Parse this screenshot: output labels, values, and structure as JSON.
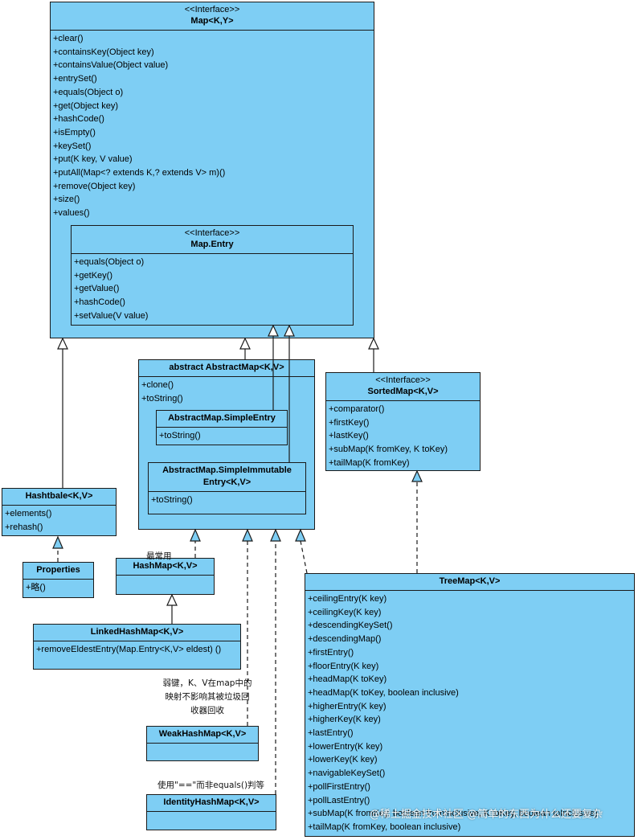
{
  "map": {
    "stereotype": "<<Interface>>",
    "title": "Map<K,Y>",
    "methods": [
      "+clear()",
      "+containsKey(Object key)",
      "+containsValue(Object value)",
      "+entrySet()",
      "+equals(Object o)",
      "+get(Object key)",
      "+hashCode()",
      "+isEmpty()",
      "+keySet()",
      "+put(K key, V value)",
      "+putAll(Map<? extends K,? extends V> m)()",
      "+remove(Object key)",
      "+size()",
      "+values()"
    ]
  },
  "map_entry": {
    "stereotype": "<<Interface>>",
    "title": "Map.Entry",
    "methods": [
      "+equals(Object o)",
      "+getKey()",
      "+getValue()",
      "+hashCode()",
      "+setValue(V value)"
    ]
  },
  "abstract_map": {
    "title": "abstract AbstractMap<K,V>",
    "methods": [
      "+clone()",
      "+toString()"
    ]
  },
  "simple_entry": {
    "title": "AbstractMap.SimpleEntry",
    "methods": [
      "+toString()"
    ]
  },
  "simple_immutable_entry": {
    "title_line1": "AbstractMap.SimpleImmutable",
    "title_line2": "Entry<K,V>",
    "methods": [
      "+toString()"
    ]
  },
  "sorted_map": {
    "stereotype": "<<Interface>>",
    "title": "SortedMap<K,V>",
    "methods": [
      "+comparator()",
      "+firstKey()",
      "+lastKey()",
      "+subMap(K fromKey, K toKey)",
      "+tailMap(K fromKey)"
    ]
  },
  "hashtable": {
    "title": "Hashtbale<K,V>",
    "methods": [
      "+elements()",
      "+rehash()"
    ]
  },
  "properties": {
    "title": "Properties",
    "methods": [
      "+略()"
    ]
  },
  "hashmap": {
    "title": "HashMap<K,V>",
    "note": "最常用"
  },
  "linked_hashmap": {
    "title": "LinkedHashMap<K,V>",
    "methods": [
      "+removeEldestEntry(Map.Entry<K,V> eldest) ()"
    ]
  },
  "weak_hashmap": {
    "title": "WeakHashMap<K,V>",
    "note_lines": [
      "弱键，K、V在map中的",
      "映射不影响其被垃圾回",
      "收器回收"
    ]
  },
  "identity_hashmap": {
    "title": "IdentityHashMap<K,V>",
    "note": "使用\"==\"而非equals()判等"
  },
  "treemap": {
    "title": "TreeMap<K,V>",
    "methods": [
      "+ceilingEntry(K key)",
      "+ceilingKey(K key)",
      "+descendingKeySet()",
      "+descendingMap()",
      "+firstEntry()",
      "+floorEntry(K key)",
      "+headMap(K toKey)",
      "+headMap(K toKey, boolean inclusive)",
      "+higherEntry(K key)",
      "+higherKey(K key)",
      "+lastEntry()",
      "+lowerEntry(K key)",
      "+lowerKey(K key)",
      "+navigableKeySet()",
      "+pollFirstEntry()",
      "+pollLastEntry()",
      "+subMap(K fromKey, boolean fromInclusive, K toKey, boolean toInclusive)",
      "+tailMap(K fromKey, boolean inclusive)"
    ]
  },
  "watermark": "@稀土掘金技术社区 @简单的东西为什么还要复杂",
  "colors": {
    "class_fill": "#7ecef4",
    "border": "#1a1a1a"
  }
}
